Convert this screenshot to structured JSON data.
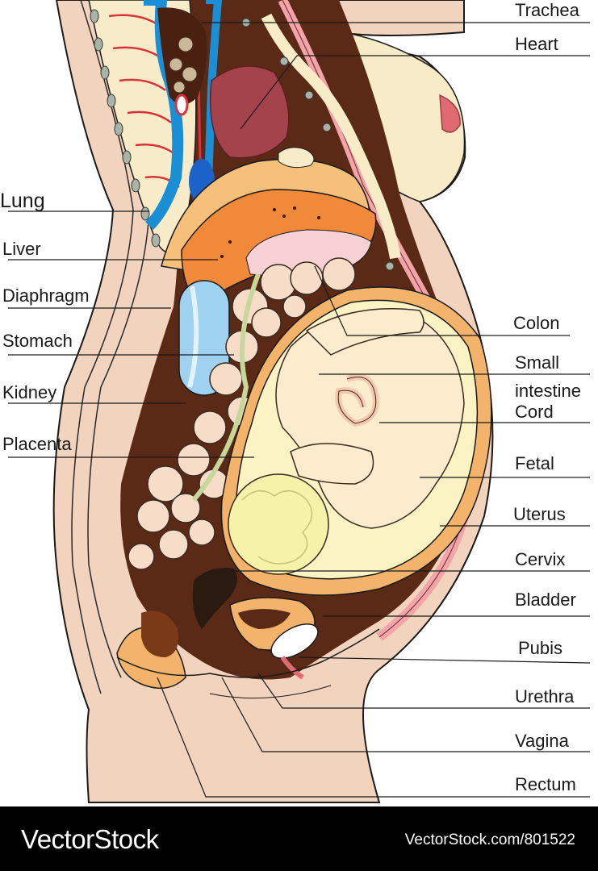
{
  "diagram": {
    "labels_left": [
      {
        "key": "lung",
        "text": "Lung"
      },
      {
        "key": "liver",
        "text": "Liver"
      },
      {
        "key": "diaphragm",
        "text": "Diaphragm"
      },
      {
        "key": "stomach",
        "text": "Stomach"
      },
      {
        "key": "kidney",
        "text": "Kidney"
      },
      {
        "key": "placenta",
        "text": "Placenta"
      }
    ],
    "labels_right": [
      {
        "key": "trachea",
        "text": "Trachea"
      },
      {
        "key": "heart",
        "text": "Heart"
      },
      {
        "key": "colon",
        "text": "Colon"
      },
      {
        "key": "small-intestine-1",
        "text": "Small"
      },
      {
        "key": "small-intestine-2",
        "text": "intestine"
      },
      {
        "key": "cord",
        "text": "Cord"
      },
      {
        "key": "fetal",
        "text": "Fetal"
      },
      {
        "key": "uterus",
        "text": "Uterus"
      },
      {
        "key": "cervix",
        "text": "Cervix"
      },
      {
        "key": "bladder",
        "text": "Bladder"
      },
      {
        "key": "pubis",
        "text": "Pubis"
      },
      {
        "key": "urethra",
        "text": "Urethra"
      },
      {
        "key": "vagina",
        "text": "Vagina"
      },
      {
        "key": "rectum",
        "text": "Rectum"
      }
    ],
    "colors": {
      "skin": "#f2d3bd",
      "cavity": "#5a2a17",
      "uterus": "#f4b36b",
      "amniotic": "#fbf3c4",
      "fetus": "#fbeccd",
      "head": "#f5f2a9",
      "liver": "#f08a3a",
      "heart": "#a5434d",
      "stomach": "#9fd2f0",
      "intestine": "#f7ddc8",
      "vessel_blue": "#1b8fd6",
      "vessel_red": "#d8333b",
      "pink_tract": "#f2a4a8"
    }
  },
  "footer": {
    "brand": "VectorStock",
    "image_id": "VectorStock.com/801522"
  }
}
